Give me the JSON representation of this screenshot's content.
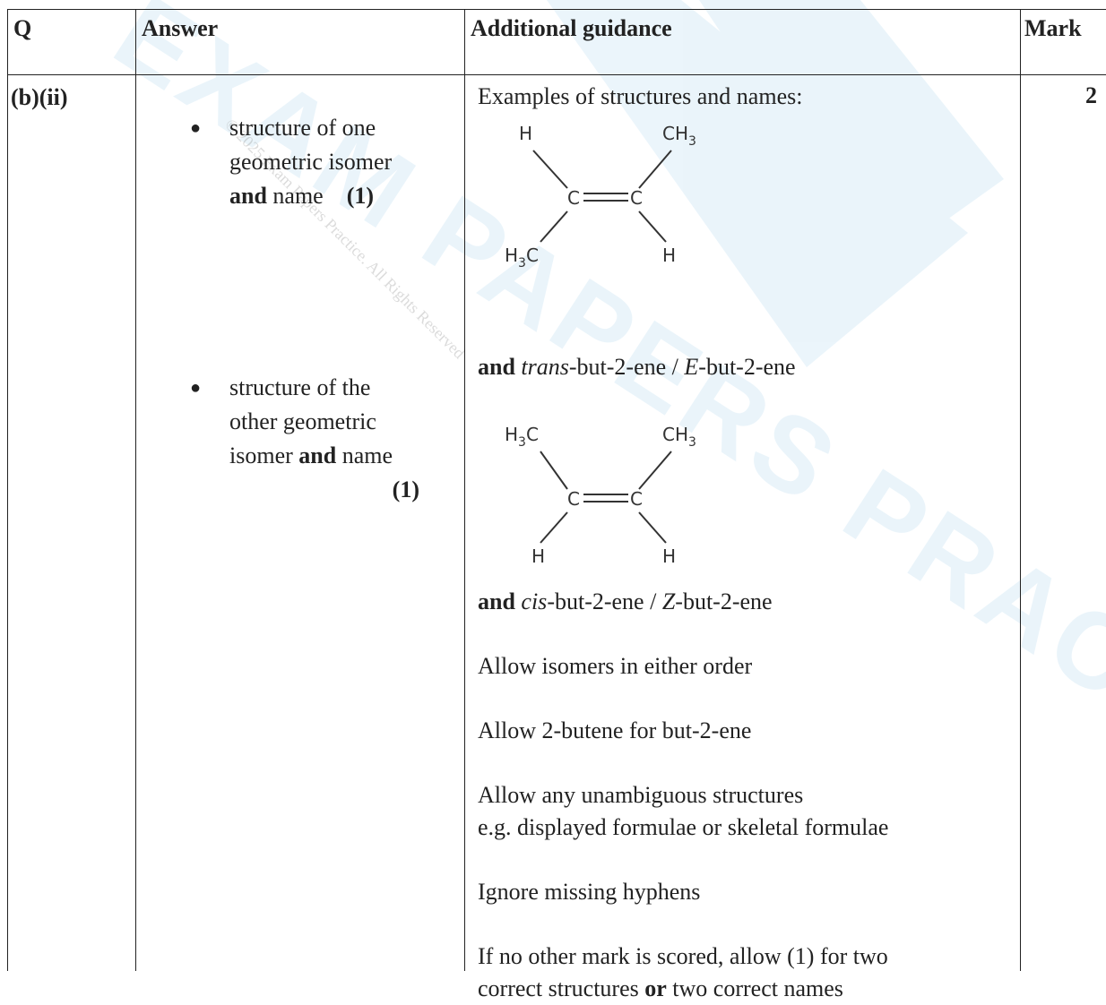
{
  "headers": {
    "q": "Q",
    "answer": "Answer",
    "guidance": "Additional guidance",
    "mark": "Mark"
  },
  "row": {
    "q": "(b)(ii)",
    "mark": "2",
    "answer_points": [
      {
        "lines": [
          "structure of one",
          "geometric isomer"
        ],
        "bold": "and",
        "rest": " name",
        "mark": "(1)"
      },
      {
        "lines": [
          "structure of the",
          "other geometric"
        ],
        "lead": "isomer ",
        "bold": "and",
        "rest": " name",
        "mark": "(1)"
      }
    ],
    "guidance": {
      "intro": "Examples of structures and names:",
      "trans_name": {
        "bold": "and",
        "italic": "trans",
        "rest1": "-but-2-ene / ",
        "italic2": "E",
        "rest2": "-but-2-ene"
      },
      "cis_name": {
        "bold": "and",
        "italic": "cis",
        "rest1": "-but-2-ene / ",
        "italic2": "Z",
        "rest2": "-but-2-ene"
      },
      "notes": [
        "Allow isomers in either order",
        "Allow 2-butene for but-2-ene",
        "Allow any unambiguous structures",
        "e.g. displayed formulae or skeletal formulae",
        "Ignore missing hyphens",
        "If no other mark is scored, allow (1) for two"
      ],
      "last_line": {
        "a": "correct structures ",
        "bold": "or",
        "b": " two correct names"
      }
    },
    "molecules": {
      "trans": {
        "tl": "H",
        "tr": "CH",
        "bl": "H",
        "bl2": "C",
        "br": "H",
        "c": "C",
        "sub": "3"
      },
      "cis": {
        "tl": "H",
        "tl2": "C",
        "tr": "CH",
        "bl": "H",
        "br": "H",
        "c": "C",
        "sub": "3"
      }
    }
  },
  "watermark": {
    "big": "EXAM PAPERS PRACTICE",
    "small": "© 2025 Exam Papers Practice. All Rights Reserved"
  }
}
